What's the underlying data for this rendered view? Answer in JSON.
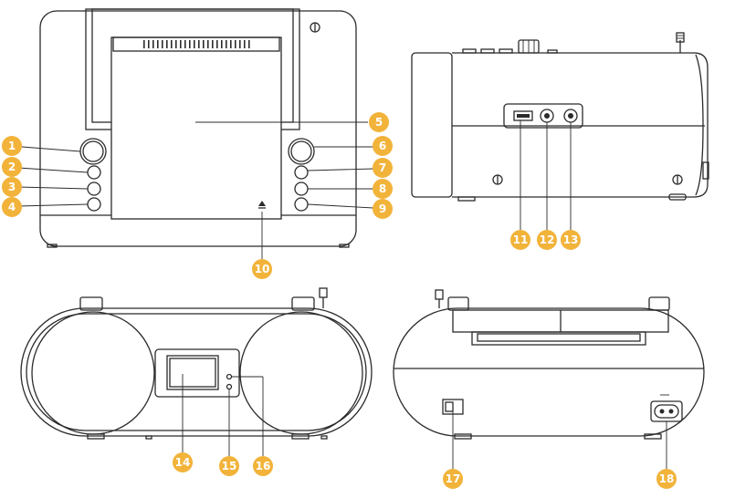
{
  "callouts": [
    {
      "id": "1",
      "label": "1"
    },
    {
      "id": "2",
      "label": "2"
    },
    {
      "id": "3",
      "label": "3"
    },
    {
      "id": "4",
      "label": "4"
    },
    {
      "id": "5",
      "label": "5"
    },
    {
      "id": "6",
      "label": "6"
    },
    {
      "id": "7",
      "label": "7"
    },
    {
      "id": "8",
      "label": "8"
    },
    {
      "id": "9",
      "label": "9"
    },
    {
      "id": "10",
      "label": "10"
    },
    {
      "id": "11",
      "label": "11"
    },
    {
      "id": "12",
      "label": "12"
    },
    {
      "id": "13",
      "label": "13"
    },
    {
      "id": "14",
      "label": "14"
    },
    {
      "id": "15",
      "label": "15"
    },
    {
      "id": "16",
      "label": "16"
    },
    {
      "id": "17",
      "label": "17"
    },
    {
      "id": "18",
      "label": "18"
    }
  ],
  "colors": {
    "badge": "#f2b33a",
    "line": "#2b2b2b",
    "background": "#ffffff"
  },
  "icons": {
    "eject": "eject-icon",
    "power_socket": "power-socket-icon",
    "usb_port": "usb-port-icon",
    "tripod_screw": "tripod-screw-icon"
  }
}
